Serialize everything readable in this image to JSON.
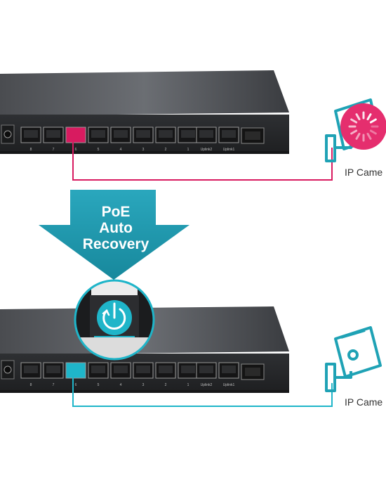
{
  "arrow": {
    "lines": [
      "PoE",
      "Auto",
      "Recovery"
    ]
  },
  "top_scene": {
    "camera_label": "IP Came",
    "highlight_color": "#d81b60",
    "port_labels": [
      "8",
      "7",
      "6",
      "5",
      "4",
      "3",
      "2",
      "1",
      "Uplink2",
      "Uplink1"
    ]
  },
  "bottom_scene": {
    "camera_label": "IP Came",
    "highlight_color": "#1fb5c9",
    "port_labels": [
      "8",
      "7",
      "6",
      "5",
      "4",
      "3",
      "2",
      "1",
      "Uplink2",
      "Uplink1"
    ]
  },
  "colors": {
    "magenta": "#d81b60",
    "cyan": "#1fb5c9",
    "teal_arrow": "#1f9db3",
    "switch_body": "#3b3d40",
    "switch_top": "#5e6166"
  },
  "icons": {
    "top_camera": "security-camera-loading-icon",
    "bottom_camera": "security-camera-icon",
    "zoom_badge": "power-recovery-icon"
  }
}
